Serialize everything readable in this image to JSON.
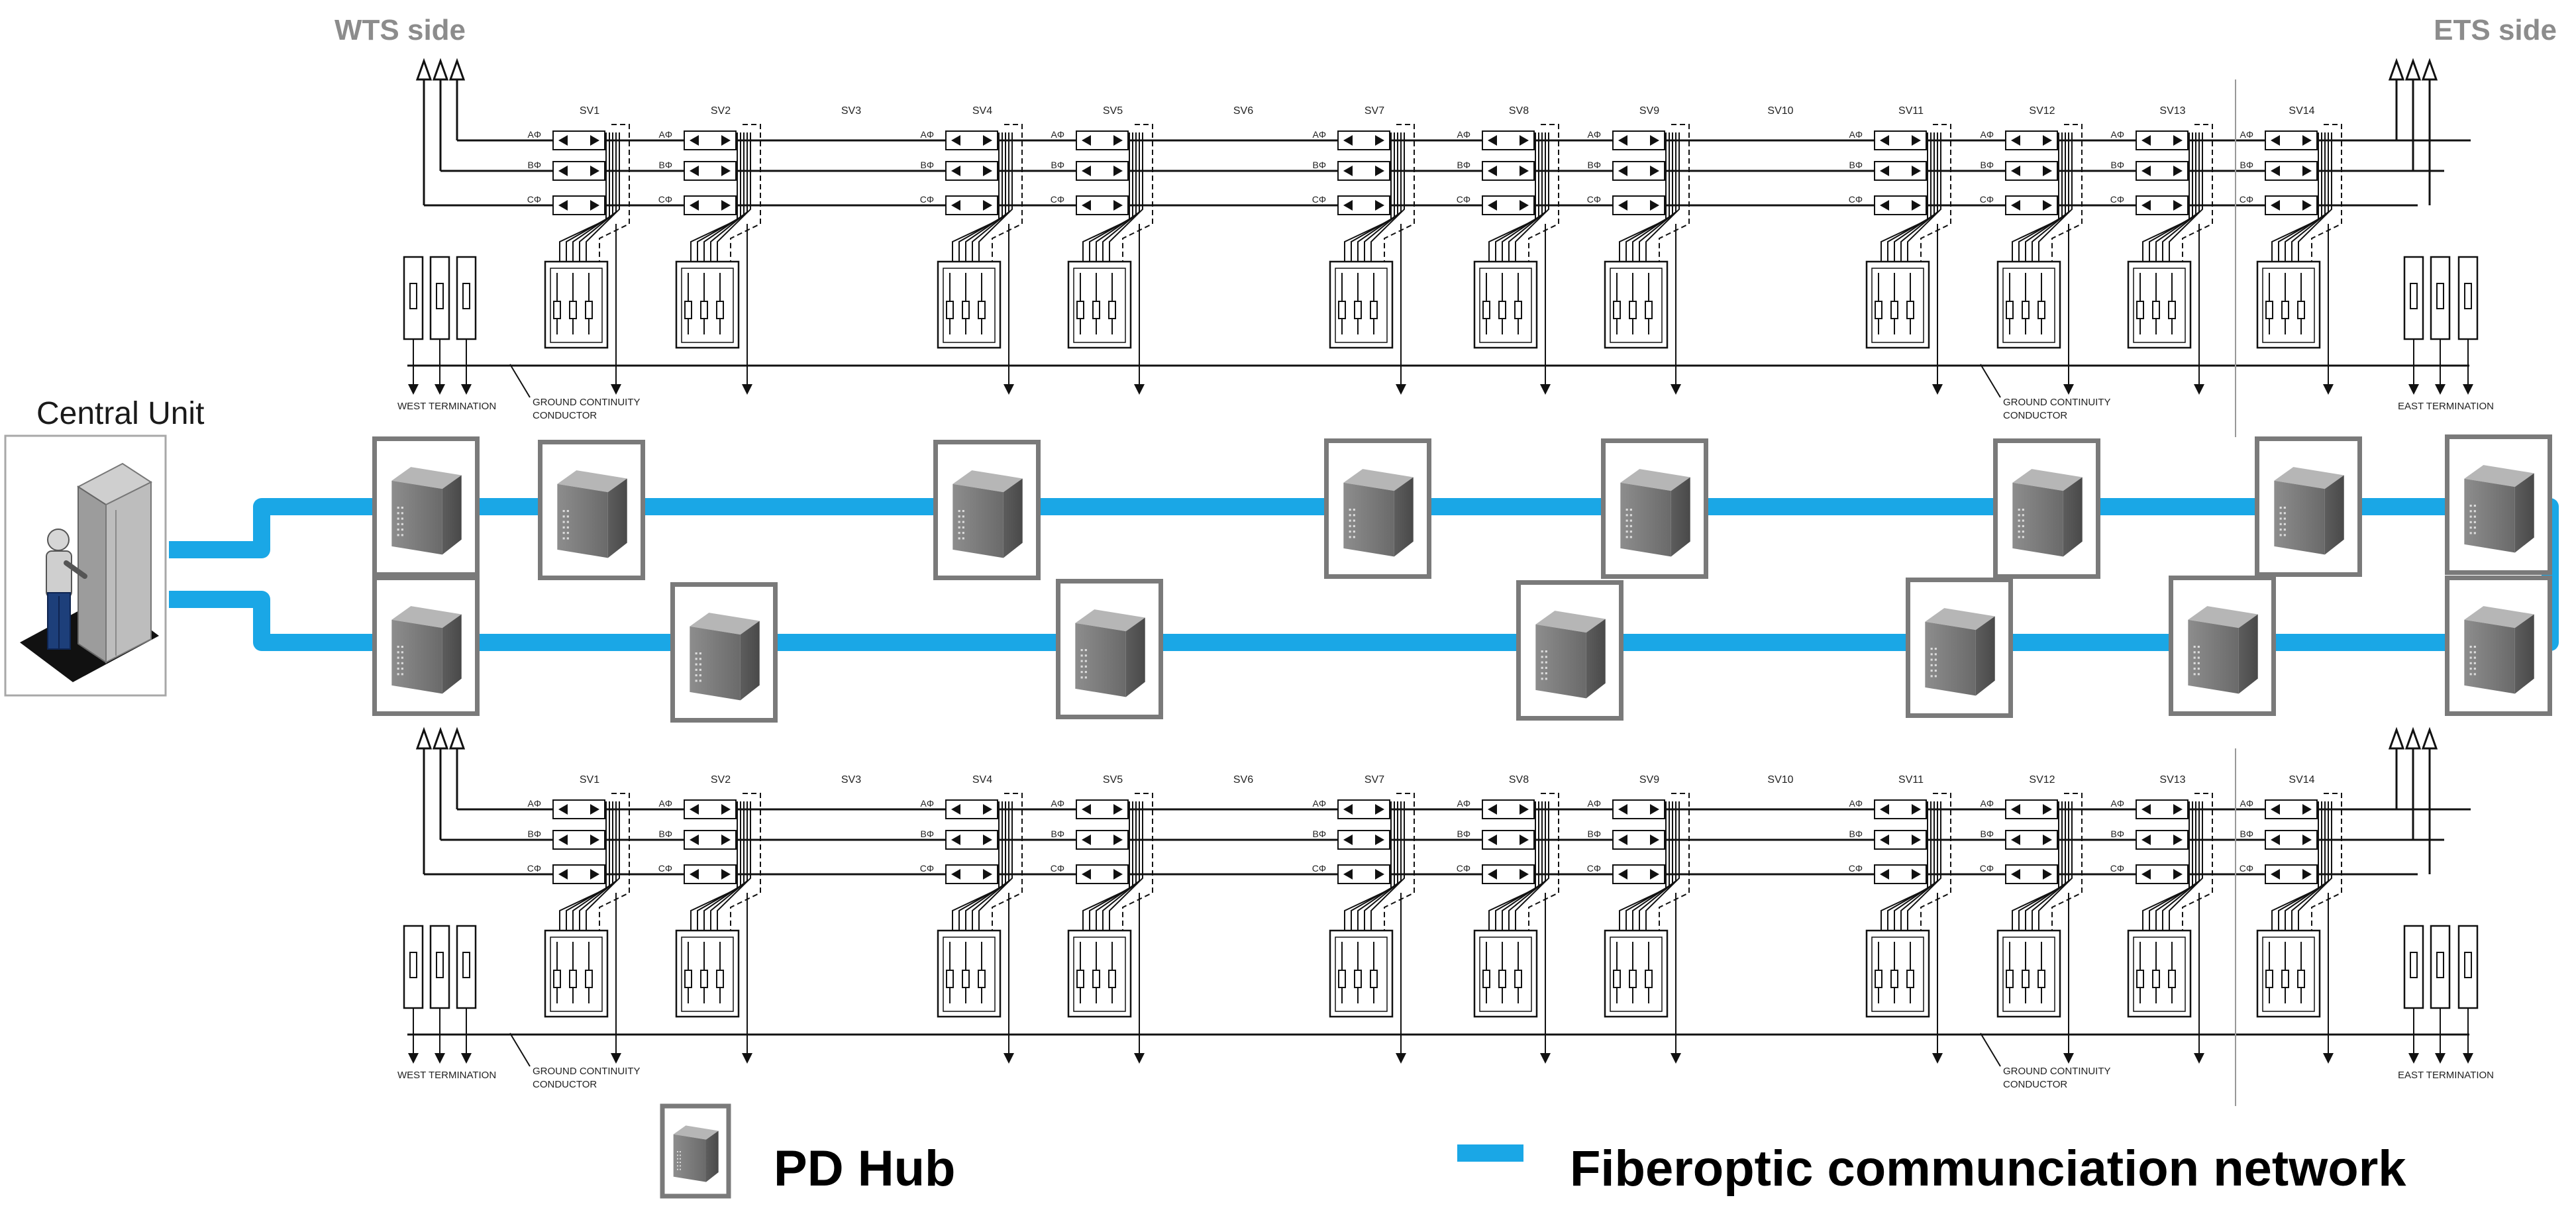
{
  "labels": {
    "wts_side": "WTS side",
    "ets_side": "ETS side",
    "central_unit": "Central Unit",
    "west_termination": "WEST TERMINATION",
    "east_termination": "EAST TERMINATION",
    "ground_conductor_line1": "GROUND CONTINUITY",
    "ground_conductor_line2": "CONDUCTOR"
  },
  "phases": [
    "AΦ",
    "BΦ",
    "CΦ"
  ],
  "sections": [
    "SV1",
    "SV2",
    "SV3",
    "SV4",
    "SV5",
    "SV6",
    "SV7",
    "SV8",
    "SV9",
    "SV10",
    "SV11",
    "SV12",
    "SV13",
    "SV14"
  ],
  "legend": {
    "hub": "PD Hub",
    "fiber": "Fiberoptic communciation network"
  },
  "colors": {
    "fiber": "#1aa7e6",
    "side_label": "#8c8c8c",
    "hub_frame": "#7a7a7a"
  },
  "icons": {
    "hub": "server-tower-icon",
    "central_unit": "cabinet-with-operator-icon"
  }
}
